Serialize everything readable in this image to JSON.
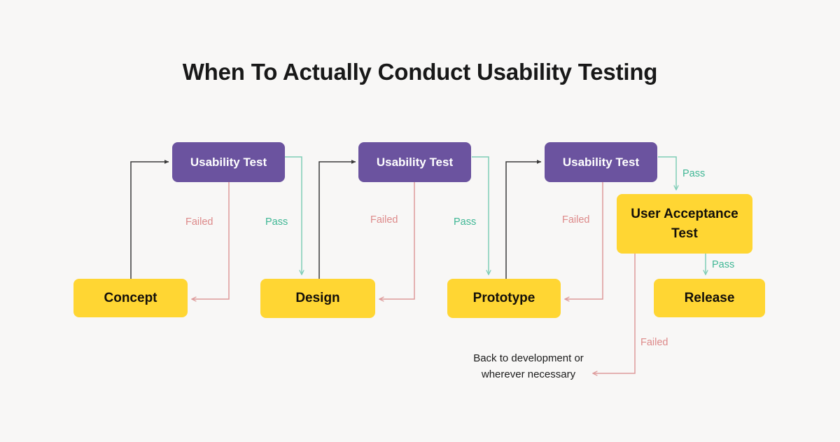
{
  "page": {
    "title": "When To Actually Conduct Usability Testing",
    "background_color": "#f8f7f6"
  },
  "colors": {
    "test_box": "#6b539f",
    "stage_box": "#ffd633",
    "fail_line": "#dd9a9a",
    "pass_line": "#7fcdb6",
    "flow_line": "#3b3b3b",
    "fail_label": "#dd8a8a",
    "pass_label": "#3fb795",
    "title_text": "#181818"
  },
  "nodes": {
    "concept": {
      "label": "Concept",
      "type": "stage"
    },
    "usability_test_1": {
      "label": "Usability Test",
      "type": "test"
    },
    "design": {
      "label": "Design",
      "type": "stage"
    },
    "usability_test_2": {
      "label": "Usability Test",
      "type": "test"
    },
    "prototype": {
      "label": "Prototype",
      "type": "stage"
    },
    "usability_test_3": {
      "label": "Usability Test",
      "type": "test"
    },
    "user_acceptance_test": {
      "label_line1": "User Acceptance",
      "label_line2": "Test",
      "type": "stage"
    },
    "release": {
      "label": "Release",
      "type": "stage"
    }
  },
  "edge_labels": {
    "failed_1": "Failed",
    "pass_1": "Pass",
    "failed_2": "Failed",
    "pass_2": "Pass",
    "failed_3": "Failed",
    "pass_3": "Pass",
    "pass_4": "Pass",
    "failed_4": "Failed"
  },
  "notes": {
    "back_to_development_line1": "Back to development or",
    "back_to_development_line2": "wherever necessary"
  }
}
